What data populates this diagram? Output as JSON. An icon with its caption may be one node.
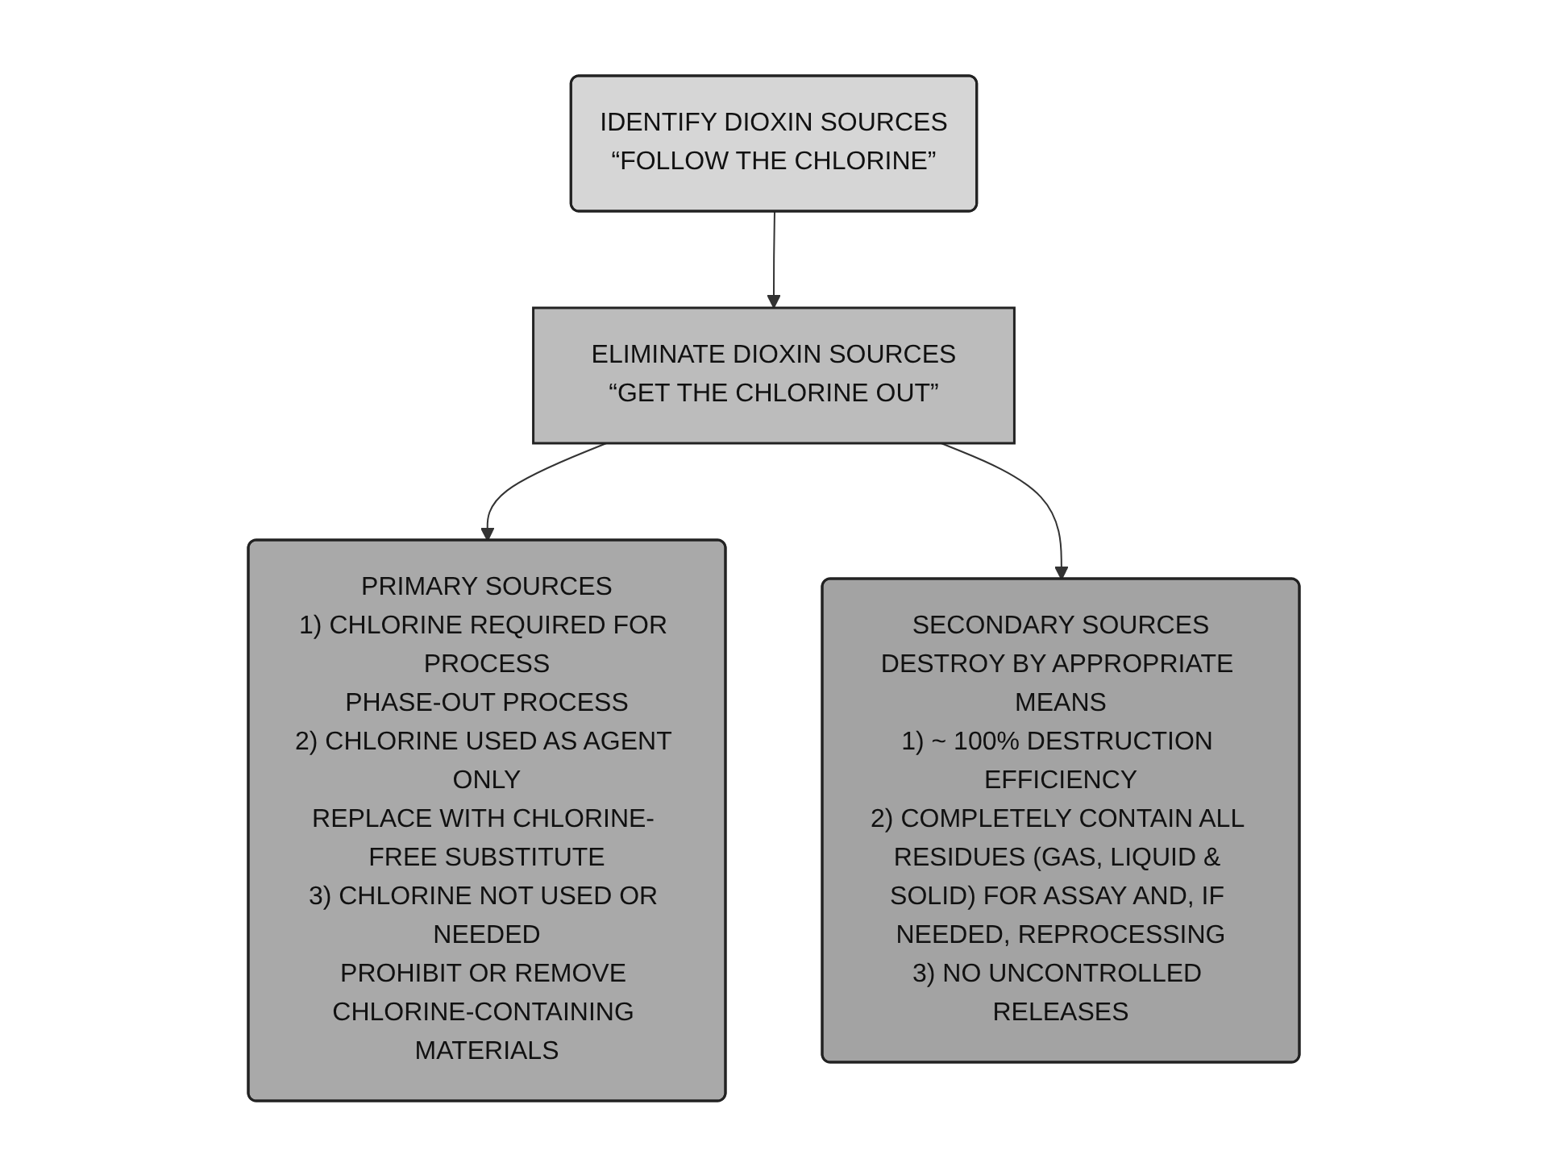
{
  "diagram": {
    "nodes": [
      {
        "text": [
          "IDENTIFY DIOXIN SOURCES",
          "“FOLLOW THE CHLORINE”"
        ]
      },
      {
        "text": [
          "ELIMINATE DIOXIN SOURCES",
          "“GET THE CHLORINE OUT”"
        ]
      },
      {
        "text": [
          "PRIMARY SOURCES",
          "1) CHLORINE REQUIRED FOR PROCESS",
          "PHASE-OUT PROCESS",
          "2) CHLORINE USED AS AGENT ONLY",
          "REPLACE WITH CHLORINE- FREE SUBSTITUTE",
          "3) CHLORINE NOT USED OR NEEDED",
          "PROHIBIT OR REMOVE CHLORINE-CONTAINING MATERIALS"
        ]
      },
      {
        "text": [
          "SECONDARY SOURCES",
          "DESTROY BY APPROPRIATE MEANS",
          "1) ~ 100% DESTRUCTION EFFICIENCY",
          "2) COMPLETELY CONTAIN ALL RESIDUES (GAS, LIQUID & SOLID) FOR ASSAY AND, IF NEEDED, REPROCESSING",
          "3) NO UNCONTROLLED RELEASES"
        ]
      }
    ],
    "edges": [
      {
        "from": 0,
        "to": 1,
        "arrow": "to"
      },
      {
        "from": 1,
        "to": 2,
        "arrow": "to"
      },
      {
        "from": 1,
        "to": 3,
        "arrow": "to"
      }
    ]
  }
}
